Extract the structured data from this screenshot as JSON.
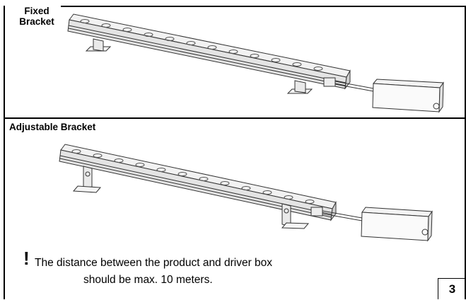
{
  "panels": [
    {
      "title_line1": "Fixed",
      "title_line2": "Bracket"
    },
    {
      "title": "Adjustable Bracket"
    }
  ],
  "note": {
    "mark": "!",
    "line1": "The distance between the product and driver box",
    "line2": "should be max. 10 meters."
  },
  "page_number": "3"
}
